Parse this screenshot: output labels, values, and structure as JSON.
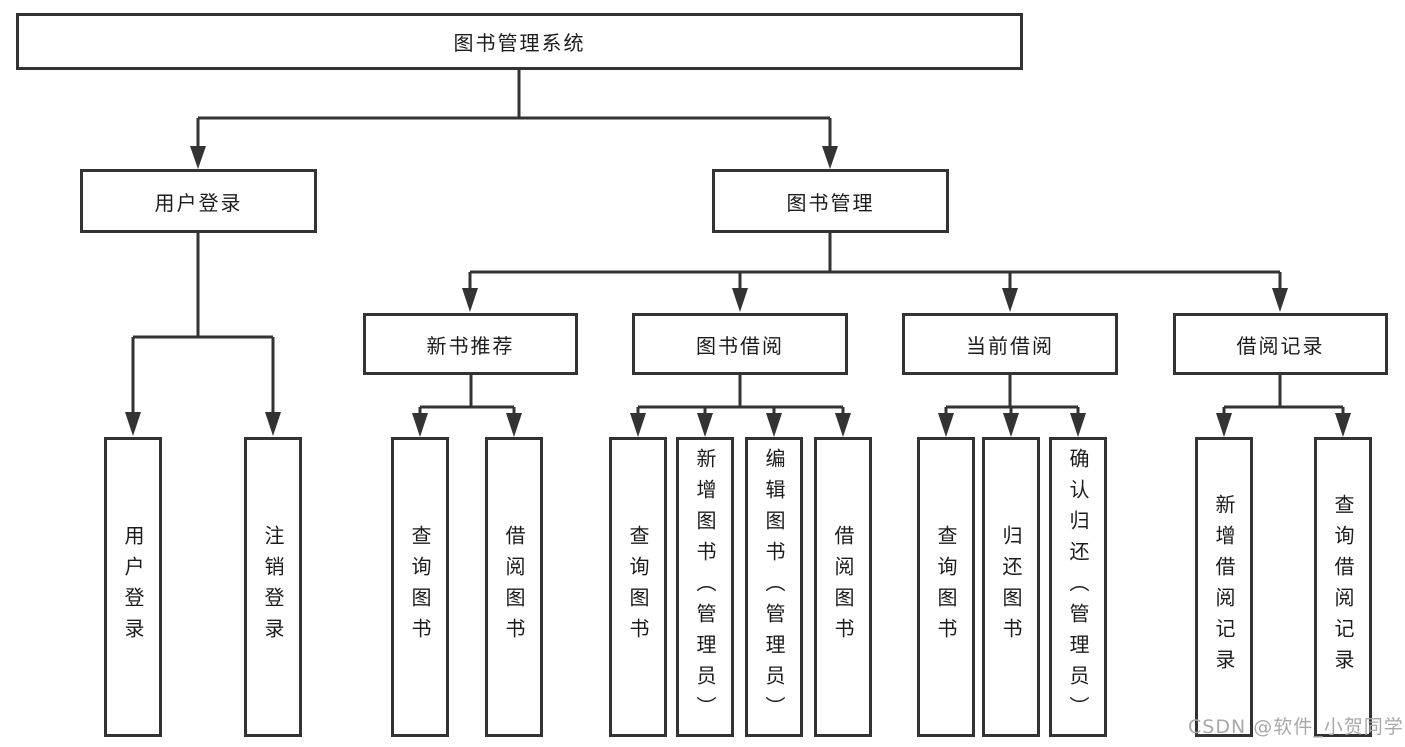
{
  "page": {
    "background": "#ffffff",
    "line_color": "#333333",
    "text_color": "#1c1c1c"
  },
  "watermark": {
    "text": "CSDN @软件_小贺同学",
    "color": "#a9a9a9"
  },
  "tree": {
    "label": "图书管理系统",
    "children": [
      {
        "label": "用户登录",
        "children": [
          {
            "label": "用户登录"
          },
          {
            "label": "注销登录"
          }
        ]
      },
      {
        "label": "图书管理",
        "children": [
          {
            "label": "新书推荐",
            "children": [
              {
                "label": "查询图书"
              },
              {
                "label": "借阅图书"
              }
            ]
          },
          {
            "label": "图书借阅",
            "children": [
              {
                "label": "查询图书"
              },
              {
                "label": "新增图书（管理员）"
              },
              {
                "label": "编辑图书（管理员）"
              },
              {
                "label": "借阅图书"
              }
            ]
          },
          {
            "label": "当前借阅",
            "children": [
              {
                "label": "查询图书"
              },
              {
                "label": "归还图书"
              },
              {
                "label": "确认归还（管理员）"
              }
            ]
          },
          {
            "label": "借阅记录",
            "children": [
              {
                "label": "新增借阅记录"
              },
              {
                "label": "查询借阅记录"
              }
            ]
          }
        ]
      }
    ]
  }
}
